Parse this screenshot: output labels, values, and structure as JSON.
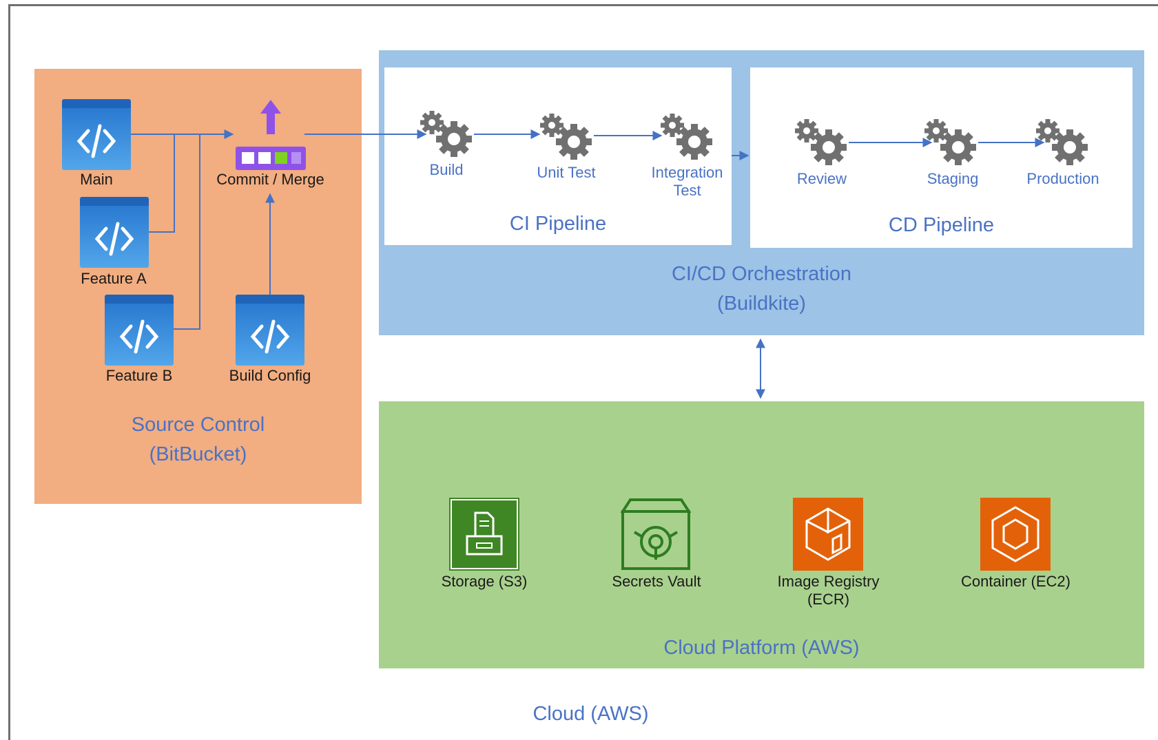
{
  "source_control": {
    "title_line1": "Source Control",
    "title_line2": "(BitBucket)",
    "branches": {
      "main": "Main",
      "feature_a": "Feature A",
      "feature_b": "Feature B",
      "build_config": "Build Config"
    },
    "commit_merge": "Commit / Merge"
  },
  "cicd": {
    "title_line1": "CI/CD Orchestration",
    "title_line2": "(Buildkite)",
    "ci_pipeline": {
      "title": "CI Pipeline",
      "steps": [
        "Build",
        "Unit Test",
        "Integration",
        "Test"
      ]
    },
    "cd_pipeline": {
      "title": "CD Pipeline",
      "steps": [
        "Review",
        "Staging",
        "Production"
      ]
    }
  },
  "cloud_platform": {
    "title": "Cloud Platform (AWS)",
    "services": {
      "storage": "Storage (S3)",
      "secrets": "Secrets Vault",
      "registry_line1": "Image Registry",
      "registry_line2": "(ECR)",
      "container": "Container (EC2)"
    }
  },
  "cloud_label": "Cloud (AWS)",
  "colors": {
    "source_zone": "#f2ad80",
    "cicd_zone": "#9dc3e6",
    "cloud_zone": "#a9d18e",
    "arrow": "#4472c4",
    "code_icon": "#2a7ad1",
    "gear": "#707070",
    "s3_green": "#3f8624",
    "aws_orange": "#e36209",
    "merge_purple": "#8f52e8"
  }
}
